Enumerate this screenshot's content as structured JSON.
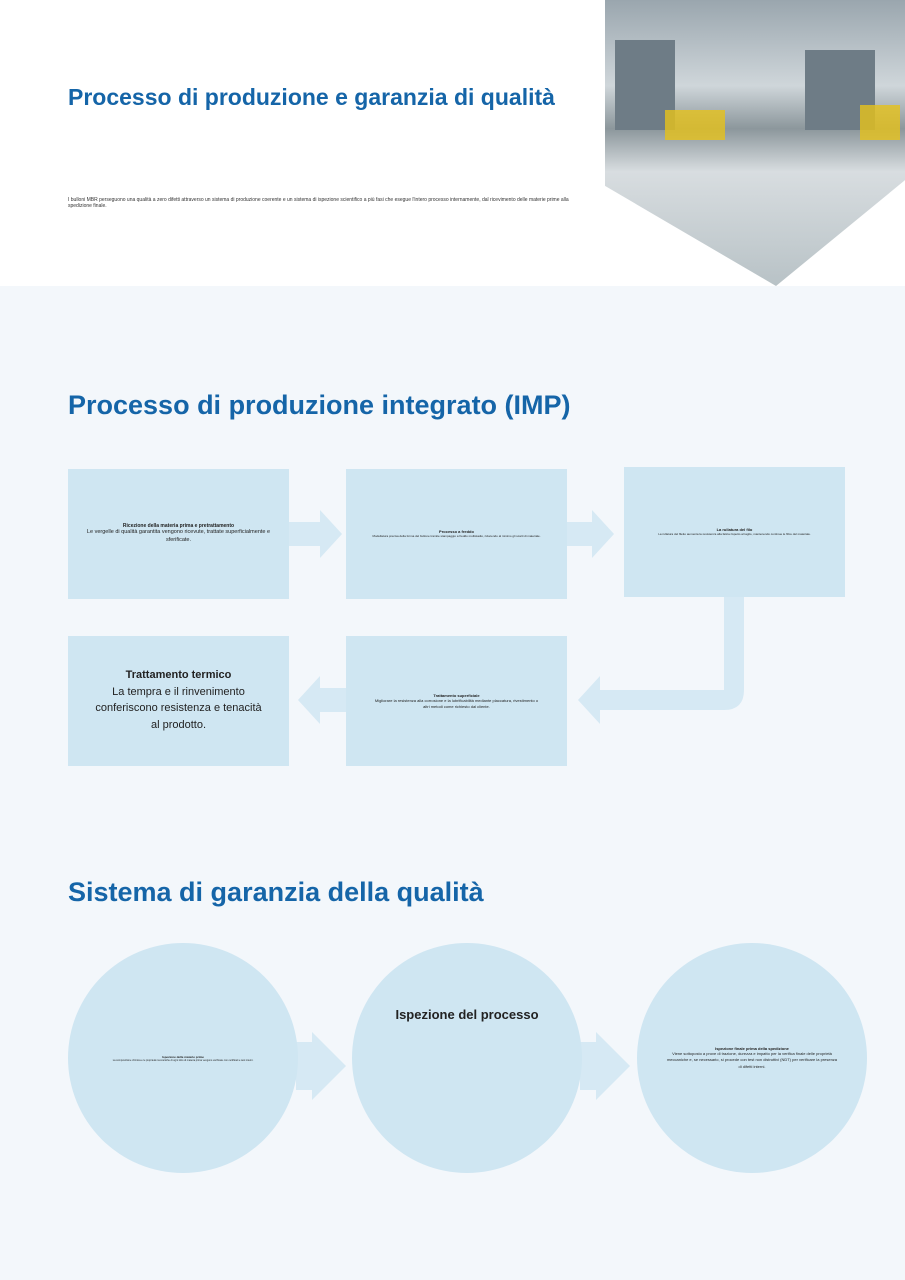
{
  "hero": {
    "title": "Processo di produzione e garanzia di qualità",
    "intro": "I bulloni MBR perseguono una qualità a zero difetti attraverso un sistema di produzione coerente e un sistema di ispezione scientifico a più fasi che esegue l'intero processo internamente, dal ricevimento delle materie prime alla spedizione finale.",
    "image": "factory-floor-photo"
  },
  "imp": {
    "title": "Processo di produzione integrato (IMP)",
    "steps": [
      {
        "title": "Ricezione della materia prima e pretrattamento",
        "desc": "Le vergelle di qualità garantita vengono ricevute, trattate superficialmente e sferificate."
      },
      {
        "title": "Processo a freddo",
        "desc": "Modellatura precisa della forma del bullone tramite stampaggio a freddo multistadio, riducendo al minimo gli scarti di materiale."
      },
      {
        "title": "La rullatura del filo",
        "desc": "La rullatura del filetto aumenta la resistenza alla fatica rispetto al taglio, mantenendo continue le fibre del materiale."
      },
      {
        "title": "Trattamento termico",
        "desc": "La tempra e il rinvenimento conferiscono resistenza e tenacità al prodotto."
      },
      {
        "title": "Trattamento superficiale",
        "desc": "Migliorare la resistenza alla corrosione e la lubrificabilità mediante placcatura, rivestimento o altri metodi come richiesto dal cliente."
      }
    ]
  },
  "qa": {
    "title": "Sistema di garanzia della qualità",
    "steps": [
      {
        "title": "Ispezione delle materie prime",
        "desc": "La composizione chimica e le proprietà meccaniche di ogni lotto di materia prima vengono verificate con certificati e test interni."
      },
      {
        "title": "Ispezione del processo",
        "desc": ""
      },
      {
        "title": "Ispezione finale prima della spedizione",
        "desc": "Viene sottoposto a prove di trazione, durezza e impatto per la verifica finale delle proprietà meccaniche e, se necessario, si procede con test non distruttivi (NDT) per verificare la presenza di difetti interni."
      }
    ]
  },
  "colors": {
    "accent": "#1565a8",
    "box": "#cfe6f2",
    "arrow": "#d6e9f4",
    "background": "#f3f7fb"
  }
}
